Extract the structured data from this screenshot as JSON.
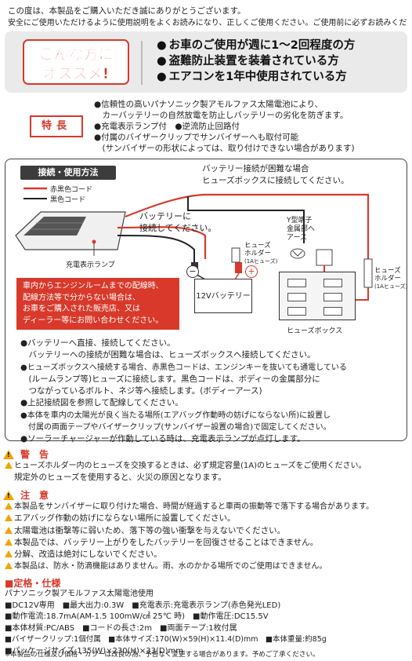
{
  "intro": {
    "line1": "この度は、本製品をご購入いただき誠にありがとうございます。",
    "line2": "安全にご使用いただけるように使用説明をよくお読みになり、正しくご使用ください。ご使用前に必ずお読みください。"
  },
  "recommend": {
    "badge_line1": "こんな方に",
    "badge_line2": "オススメ!",
    "items": [
      "お車のご使用が週に1〜2回程度の方",
      "盗難防止装置を装着されている方",
      "エアコンを1年中使用されている方"
    ]
  },
  "features": {
    "label": "特長",
    "lines": [
      "●信頼性の高いパナソニック製アモルファス太陽電池により、",
      "　カーバッテリーの自然放電を防止しバッテリーの劣化を防ぎます。",
      "●充電表示ランプ付　●逆流防止回路付",
      "●付属のバイザークリップでサンバイザーへも取付可能",
      "　(サンバイザーの形状によっては、取り付けできない場合があります)"
    ]
  },
  "connection": {
    "title": "接続・使用方法",
    "legend_red": "赤黒色コード",
    "legend_black": "黒色コード",
    "fuse_note_line1": "バッテリー接続が困難な場合",
    "fuse_note_line2": "ヒューズボックスに接続してください。",
    "battery_note_line1": "バッテリーに",
    "battery_note_line2": "接続してください。",
    "y_terminal_line1": "Y型端子",
    "y_terminal_line2": "金属部へ",
    "y_terminal_line3": "アース",
    "fuse_holder_line1": "ヒューズ",
    "fuse_holder_line2": "ホルダー",
    "fuse_holder_line3": "(1Aヒューズ)",
    "charge_lamp": "充電表示ランプ",
    "battery_label": "12Vバッテリー",
    "fuse_box_label": "ヒューズボックス",
    "minus": "−",
    "plus": "+",
    "dealer_note": [
      "車内からエンジンルームまでの配線時、",
      "配線方法等で分からない場合は、",
      "お車をご購入された販売店、又は",
      "ディーラー等にお問い合わせください。"
    ],
    "bullets": [
      "●バッテリーへ直接、接続してください。",
      "　バッテリーへの接続が困難な場合は、ヒューズボックスへ接続してください。",
      "●ヒューズボックスへ接続する場合、赤黒色コードは、エンジンキーを抜いても通電している",
      "　(ルームランプ等)ヒューズに接続します。黒色コードは、ボディーの金属部分に",
      "　つながっているボルト、ネジ等へ接続します。(ボディーアース)",
      "●上記接続図を参照して配線してください。",
      "●本体を車内の太陽光が良く当たる場所(エアバッグ作動時の妨げにならない所)に設置し",
      "　付属の両面テープやバイザークリップ(サンバイザー設置の場合)で固定してください。",
      "●ソーラーチャージャーが作動している時は、充電表示ランプが点灯します。"
    ]
  },
  "warning": {
    "title": "警　告",
    "lines": [
      "ヒューズホルダー内のヒューズを交換するときは、必ず規定容量(1A)のヒューズをご使用ください。",
      "規定外のヒューズを使用すると、火災の原因となります。"
    ]
  },
  "caution": {
    "title": "注　意",
    "lines": [
      "本製品をサンバイザーに取り付けた場合、時間が経過すると車両の振動等で落下する場合があります。",
      "エアバッグ作動の妨げにならない場所に設置してください。",
      "太陽電池は衝撃等に弱いため、落下等の強い衝撃を与えないでください。",
      "本製品では、バッテリー上がりをしたバッテリーを回復させることはできません。",
      "分解、改造は絶対にしないでください。",
      "本製品は、防水・防滴機能はありません。雨、水のかかる場所でのご使用はできません。"
    ]
  },
  "specs": {
    "title": "定格・仕様",
    "lines": [
      "パナソニック製アモルファス太陽電池使用",
      "■DC12V専用　■最大出力:0.3W　■充電表示:充電表示ランプ(赤色発光LED)",
      "■動作電流:18.7mA(AM-1.5 100mW/㎠ 25℃ 時)　■動作電圧:DC15.5V",
      "■本体材質:PC/ABS　■コードの長さ:2m　■両面テープ:1枚付属",
      "■バイザークリップ:1個付属　■本体サイズ:170(W)×59(H)×11.4(D)mm　■本体重量:約85g",
      "■パッケージサイズ:135(W)×230(H)×33(D)mm"
    ],
    "footnote": "※本製品の仕様及び価格・カラーは改良の為、予告なく変更する場合があります。予めご了承ください。"
  },
  "colors": {
    "accent_red": "#d8392b",
    "warning_yellow": "#f0a500",
    "panel_gray": "#eaeaea"
  }
}
